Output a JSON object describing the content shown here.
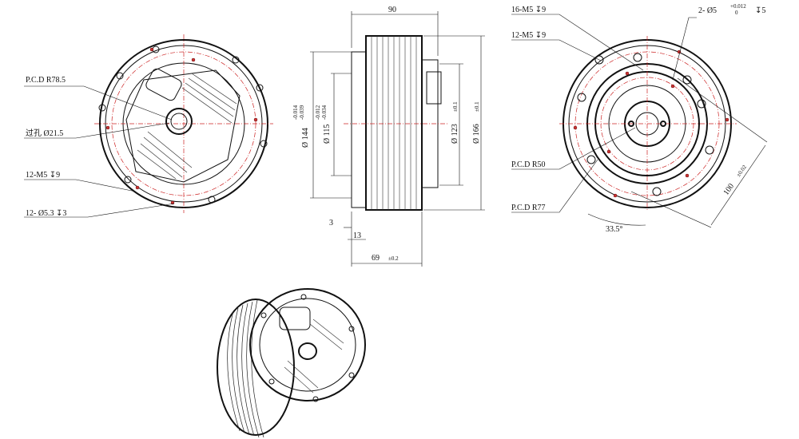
{
  "rear_view": {
    "pcd_label": "P.C.D R78.5",
    "through_hole_label": "过孔 Ø21.5",
    "tapped_label": "12-M5 ↧9",
    "clearance_label": "12- Ø5.3 ↧3"
  },
  "side_view": {
    "length_overall": "90",
    "dia_144": "Ø 144",
    "tol_144_upper": "-0.014",
    "tol_144_lower": "-0.039",
    "dia_115": "Ø 115",
    "tol_115_upper": "-0.012",
    "tol_115_lower": "-0.034",
    "dia_123": "Ø 123",
    "tol_123": "±0.1",
    "dia_166": "Ø 166",
    "tol_166": "±0.1",
    "dim_3": "3",
    "dim_13": "13",
    "dim_69": "69",
    "tol_69": "±0.2"
  },
  "front_view": {
    "tapped_16_label": "16-M5 ↧9",
    "tapped_12_label": "12-M5 ↧9",
    "pin_label": "2- Ø5",
    "pin_tol_upper": "+0.012",
    "pin_tol_lower": "0",
    "pin_depth": "↧5",
    "pcd_50": "P.C.D R50",
    "pcd_77": "P.C.D R77",
    "angle": "33.5°",
    "dim_100": "100",
    "tol_100": "±0.02"
  }
}
